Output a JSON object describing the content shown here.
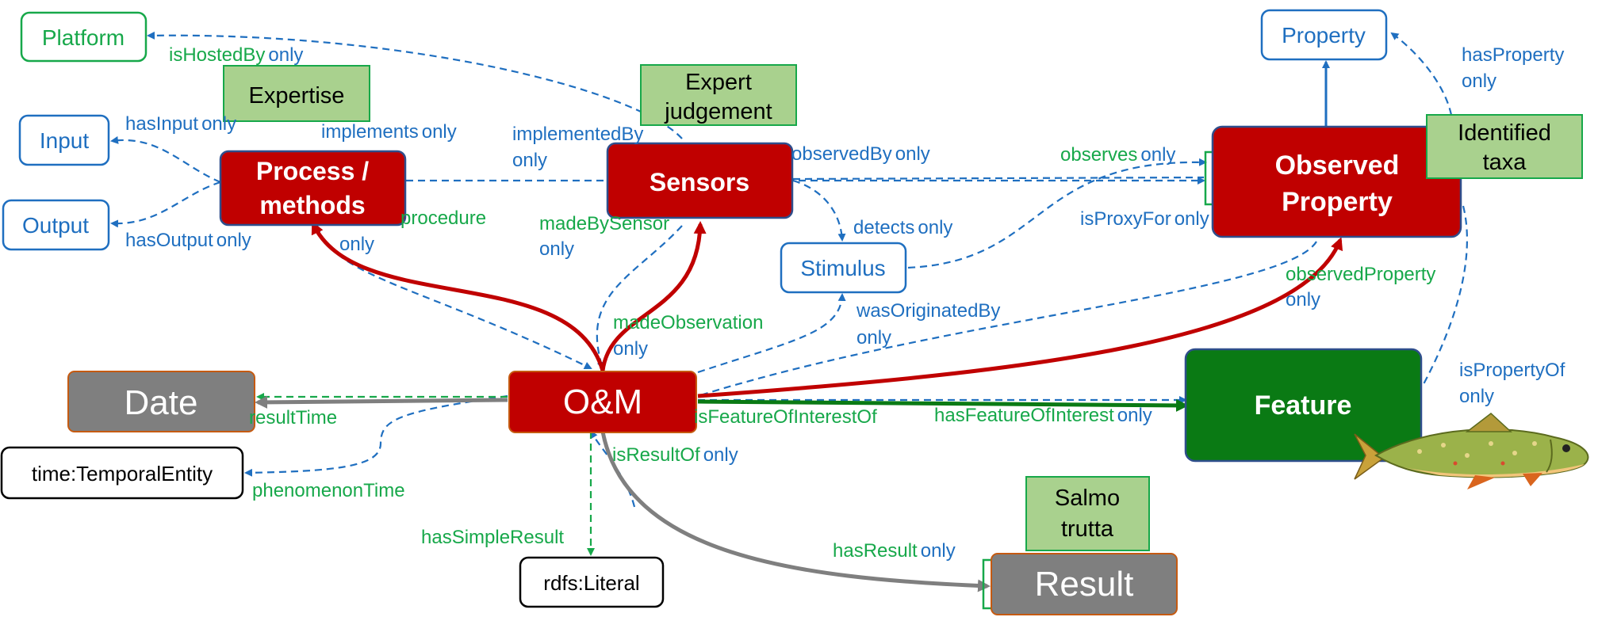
{
  "colors": {
    "dark_red": "#c00000",
    "dark_green": "#0a7a14",
    "gray": "#7f7f7f",
    "blue": "#1f6fc0",
    "green": "#17a84a",
    "light_green": "#a9d18e"
  },
  "nodes": {
    "platform": "Platform",
    "input": "Input",
    "output": "Output",
    "process_line1": "Process /",
    "process_line2": "methods",
    "sensors": "Sensors",
    "stimulus": "Stimulus",
    "property": "Property",
    "observed_property_line1": "Observed",
    "observed_property_line2": "Property",
    "om": "O&M",
    "date": "Date",
    "temporal_entity": "time:TemporalEntity",
    "literal": "rdfs:Literal",
    "result": "Result",
    "feature": "Feature"
  },
  "notes": {
    "expertise": "Expertise",
    "expert_judgement_line1": "Expert",
    "expert_judgement_line2": "judgement",
    "identified_taxa_line1": "Identified",
    "identified_taxa_line2": "taxa",
    "salmo_trutta_line1": "Salmo",
    "salmo_trutta_line2": "trutta"
  },
  "edge_labels": {
    "is_hosted_by": "isHostedBy",
    "has_input": "hasInput",
    "has_output": "hasOutput",
    "implements": "implements",
    "implemented_by_line1": "implementedBy",
    "observed_by": "observedBy",
    "observes": "observes",
    "procedure": "procedure",
    "made_by_sensor": "madeBySensor",
    "detects": "detects",
    "is_proxy_for": "isProxyFor",
    "made_observation": "madeObservation",
    "was_originated_by": "wasOriginatedBy",
    "observed_property": "observedProperty",
    "has_property": "hasProperty",
    "is_property_of": "isPropertyOf",
    "result_time": "resultTime",
    "phenomenon_time": "phenomenonTime",
    "is_feature_of_interest_of": "isFeatureOfInterestOf",
    "has_feature_of_interest": "hasFeatureOfInterest",
    "is_result_of": "isResultOf",
    "has_simple_result": "hasSimpleResult",
    "has_result": "hasResult",
    "only": "only"
  }
}
